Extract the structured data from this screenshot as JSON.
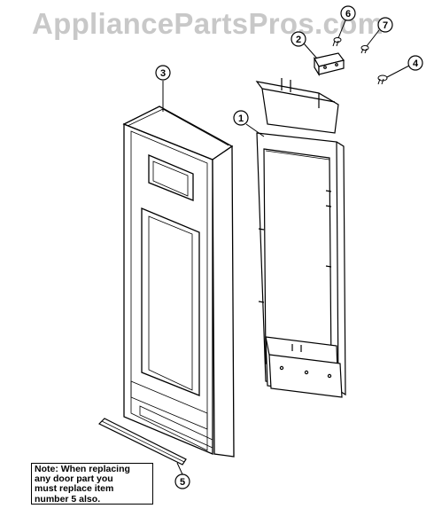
{
  "watermark": "AppliancePartsPros.com",
  "callouts": {
    "c1": "1",
    "c2": "2",
    "c3": "3",
    "c4": "4",
    "c5": "5",
    "c6": "6",
    "c7": "7"
  },
  "note": {
    "line1": "Note:  When replacing",
    "line2": "any door part you",
    "line3": "must replace item",
    "line4": "number 5 also."
  }
}
